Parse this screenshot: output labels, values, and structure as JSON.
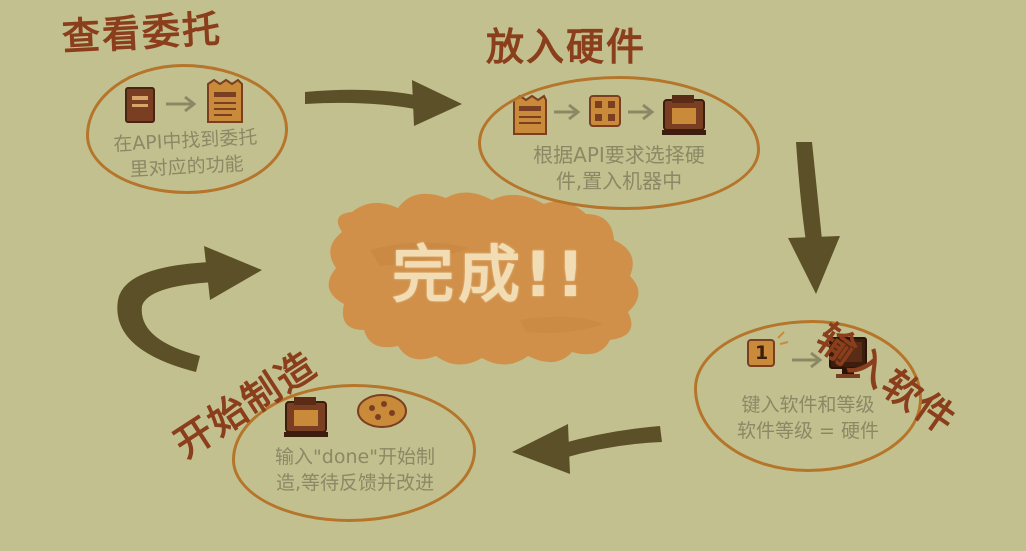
{
  "center": {
    "label": "完成!!"
  },
  "steps": [
    {
      "title": "查看委托",
      "description": [
        "在API中找到委托",
        "里对应的功能"
      ],
      "icons": [
        "notebook-icon",
        "arrow-icon",
        "order-ticket-icon"
      ]
    },
    {
      "title": "放入硬件",
      "description": [
        "根据API要求选择硬",
        "件,置入机器中"
      ],
      "icons": [
        "order-ticket-icon",
        "arrow-icon",
        "hardware-grid-icon",
        "arrow-icon",
        "machine-icon"
      ]
    },
    {
      "title": "输入软件",
      "description": [
        "键入软件和等级",
        "软件等级 = 硬件"
      ],
      "icons": [
        "level-block-icon",
        "arrow-icon",
        "monitor-icon"
      ],
      "level_digit": "1"
    },
    {
      "title": "开始制造",
      "description": [
        "输入\"done\"开始制",
        "造,等待反馈并改进"
      ],
      "icons": [
        "machine-icon",
        "feedback-cookie-icon"
      ]
    }
  ],
  "colors": {
    "background": "#c3c08f",
    "title": "#8a3e1c",
    "bubble_outline": "#b5752b",
    "arrow": "#5b5028",
    "center_blob": "#d0904a",
    "center_text": "#f1dcb4",
    "description_text": "#8b8866"
  }
}
